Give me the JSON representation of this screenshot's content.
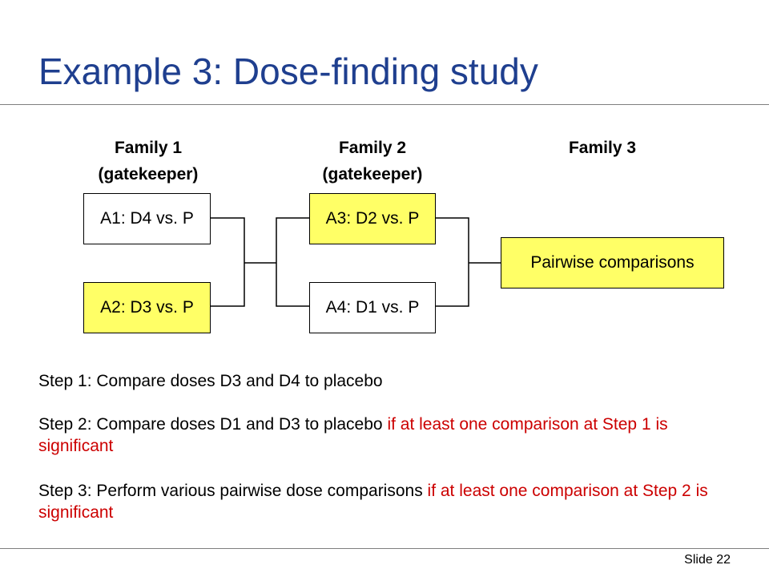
{
  "slide": {
    "title": "Example 3: Dose-finding study",
    "number_label": "Slide 22"
  },
  "families": [
    {
      "name": "Family 1",
      "role": "(gatekeeper)"
    },
    {
      "name": "Family 2",
      "role": "(gatekeeper)"
    },
    {
      "name": "Family 3",
      "role": ""
    }
  ],
  "boxes": {
    "a1": "A1: D4 vs. P",
    "a2": "A2: D3 vs. P",
    "a3": "A3: D2 vs. P",
    "a4": "A4: D1 vs. P",
    "pairwise": "Pairwise comparisons"
  },
  "steps": [
    {
      "text": "Step 1: Compare doses D3 and D4 to placebo",
      "condition": ""
    },
    {
      "text": "Step 2: Compare doses D1 and D3 to placebo ",
      "condition": "if at least one comparison at Step 1 is significant"
    },
    {
      "text": "Step 3: Perform various pairwise dose comparisons ",
      "condition": "if at least one comparison at Step 2 is significant"
    }
  ],
  "colors": {
    "title": "#1f3f8f",
    "highlight_fill": "#ffff66",
    "condition_text": "#cc0000"
  }
}
